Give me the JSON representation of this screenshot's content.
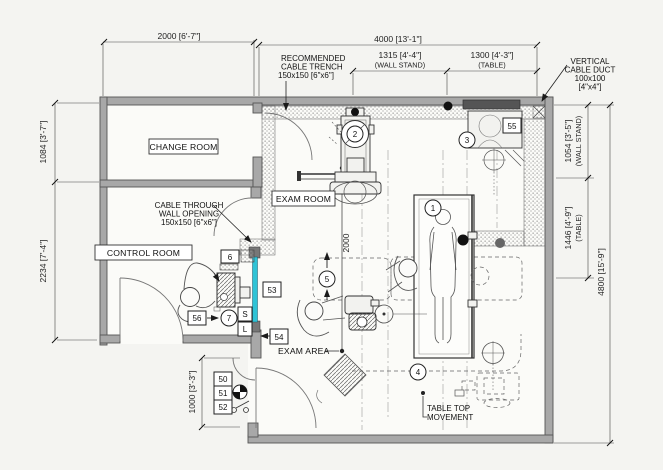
{
  "rooms": {
    "change_room": "CHANGE ROOM",
    "exam_room": "EXAM ROOM",
    "control_room": "CONTROL ROOM",
    "exam_area": "EXAM AREA"
  },
  "dimensions": {
    "top_change": "2000 [6'-7\"]",
    "top_exam_total": "4000 [13'-1\"]",
    "top_wall_stand": "1315  [4'-4\"]",
    "top_wall_stand_sub": "(WALL STAND)",
    "top_table": "1300  [4'-3\"]",
    "top_table_sub": "(TABLE)",
    "left_change": "1084 [3'-7\"]",
    "left_control": "2234 [7'-4\"]",
    "left_entry": "1000 [3'-3\"]",
    "right_wall_stand": "1054 [3'-5\"]",
    "right_wall_stand_sub": "(WALL STAND)",
    "right_table": "1446 [4'-9\"]",
    "right_table_sub": "(TABLE)",
    "right_total": "4800 [15'-9\"]",
    "exam_depth": "2000"
  },
  "notes": {
    "cable_trench": [
      "RECOMMENDED",
      "CABLE TRENCH",
      "150x150 [6\"x6\"]"
    ],
    "wall_opening": [
      "CABLE THROUGH",
      "WALL OPENING",
      "150x150 [6\"x6\"]"
    ],
    "vertical_duct": [
      "VERTICAL",
      "CABLE DUCT",
      "100x100",
      "[4\"x4\"]"
    ],
    "table_top": [
      "TABLE TOP",
      "MOVEMENT"
    ]
  },
  "markers": {
    "table": "1",
    "tube_stand": "2",
    "wall_stand": "3",
    "table_travel": "4",
    "operator_position": "5",
    "console_monitor": "6",
    "console": "7",
    "switch_s": "S",
    "switch_l": "L",
    "item_50": "50",
    "item_51": "51",
    "item_52": "52",
    "window": "53",
    "door_item": "54",
    "duct_item": "55",
    "desk_item": "56"
  },
  "colors": {
    "lead_glass_window": "#2fc3d6",
    "wall": "#a8a8a8",
    "line": "#333333",
    "background": "#f4f4f1"
  }
}
